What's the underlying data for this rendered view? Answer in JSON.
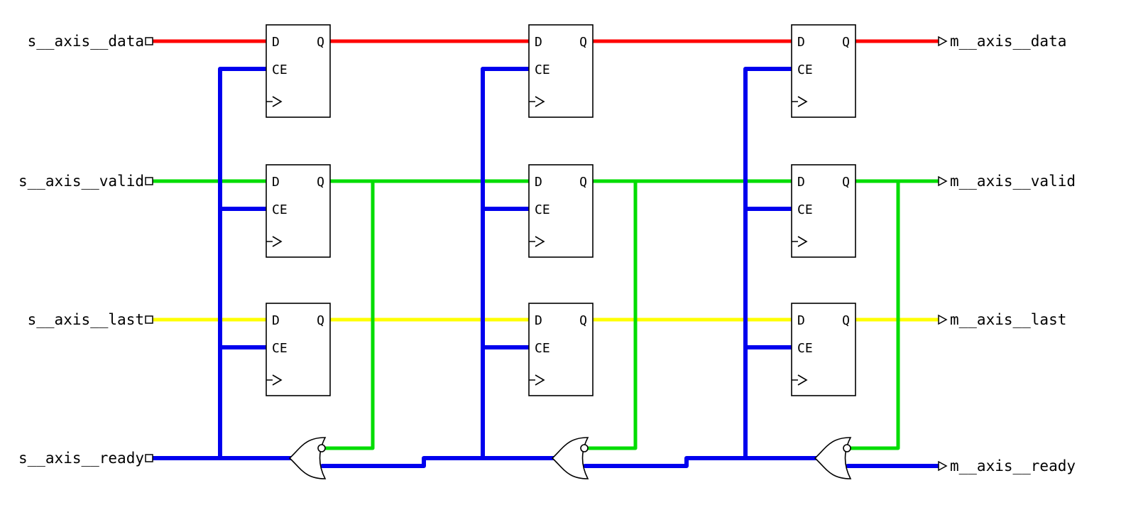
{
  "colors": {
    "data": "#ff0000",
    "valid": "#00dd00",
    "last": "#ffff00",
    "ready": "#0000ee",
    "outline": "#000000",
    "background": "#ffffff"
  },
  "ports": {
    "left": [
      {
        "label": "s__axis__data"
      },
      {
        "label": "s__axis__valid"
      },
      {
        "label": "s__axis__last"
      },
      {
        "label": "s__axis__ready"
      }
    ],
    "right": [
      {
        "label": "m__axis__data"
      },
      {
        "label": "m__axis__valid"
      },
      {
        "label": "m__axis__last"
      },
      {
        "label": "m__axis__ready"
      }
    ]
  },
  "ff_pins": {
    "d": "D",
    "q": "Q",
    "ce": "CE"
  }
}
